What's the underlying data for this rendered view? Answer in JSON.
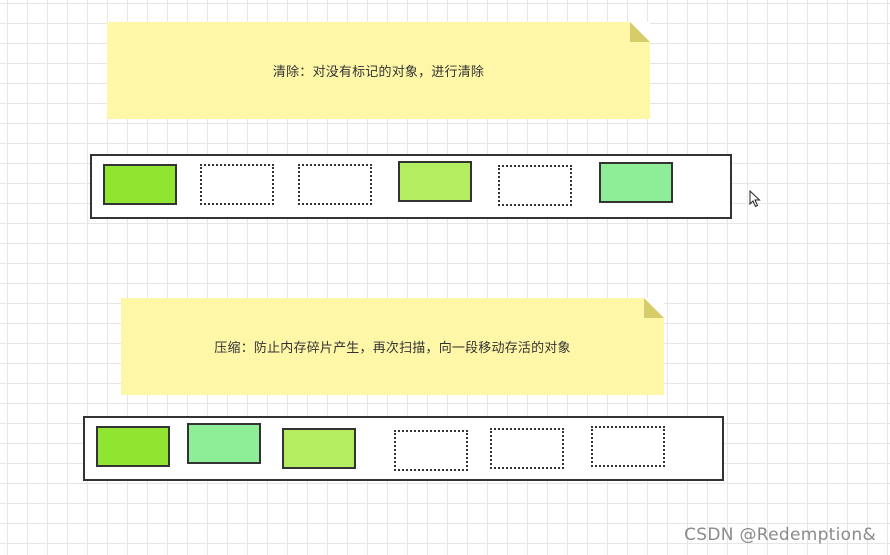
{
  "notes": [
    {
      "text": "清除：对没有标记的对象，进行清除"
    },
    {
      "text": "压缩：防止内存碎片产生，再次扫描，向一段移动存活的对象"
    }
  ],
  "colors": {
    "bright_green": "#8fe52f",
    "light_green": "#b4ed5f",
    "mint_green": "#8eee98",
    "note_yellow": "#fff7a8"
  },
  "strips": [
    {
      "blocks": [
        "bright_green",
        "empty",
        "empty",
        "light_green",
        "empty",
        "mint_green"
      ]
    },
    {
      "blocks": [
        "bright_green",
        "mint_green",
        "light_green",
        "empty",
        "empty",
        "empty"
      ]
    }
  ],
  "watermark": "CSDN @Redemption&"
}
